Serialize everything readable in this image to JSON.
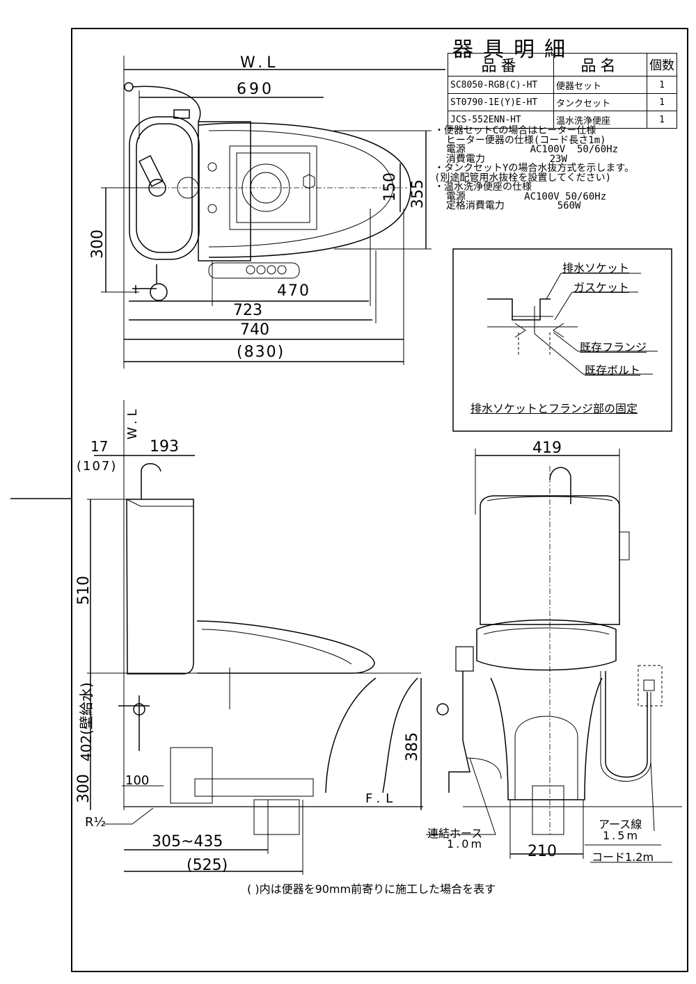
{
  "parts_table": {
    "title": "器具明細",
    "headers": [
      "品番",
      "品名",
      "個数"
    ],
    "rows": [
      {
        "code": "SC8050-RGB(C)-HT",
        "name": "便器セット",
        "qty": "1"
      },
      {
        "code": "ST0790-1E(Y)E-HT",
        "name": "タンクセット",
        "qty": "1"
      },
      {
        "code": "JCS-552ENN-HT",
        "name": "温水洗浄便座",
        "qty": "1"
      }
    ]
  },
  "notes": [
    "・便器セットCの場合はヒーター仕様",
    "  ヒーター便器の仕様(コード長さ1m)",
    "  電源           AC100V  50/60Hz",
    "  消費電力           23W",
    "・タンクセットYの場合水抜方式を示します。",
    "(別途配管用水抜栓を設置してください)",
    "・温水洗浄便座の仕様",
    "  電源          AC100V 50/60Hz",
    "  定格消費電力         560W"
  ],
  "top_view_dims": {
    "wl": "W.L",
    "d690": "690",
    "d470": "470",
    "d723": "723",
    "d740": "740",
    "d830": "(830)",
    "d300": "300",
    "d150": "150",
    "d355": "355"
  },
  "detail": {
    "socket": "排水ソケット",
    "gasket": "ガスケット",
    "flange": "既存フランジ",
    "bolt": "既存ボルト",
    "caption": "排水ソケットとフランジ部の固定"
  },
  "side_view_dims": {
    "wl": "W.L",
    "d17": "17",
    "d107": "(107)",
    "d193": "193",
    "d510": "510",
    "d402": "402(壁給水)",
    "d300": "300",
    "d100": "100",
    "d385": "385",
    "fl": "F.L",
    "r": "R½",
    "d305": "305~435",
    "d525": "(525)"
  },
  "front_view_dims": {
    "d419": "419",
    "d210": "210",
    "hose": "連結ホース",
    "hose_len": "1.0m",
    "earth": "アース線",
    "earth_len": "1.5m",
    "cord": "コード1.2m"
  },
  "footer": "( )内は便器を90mm前寄りに施工した場合を表す"
}
